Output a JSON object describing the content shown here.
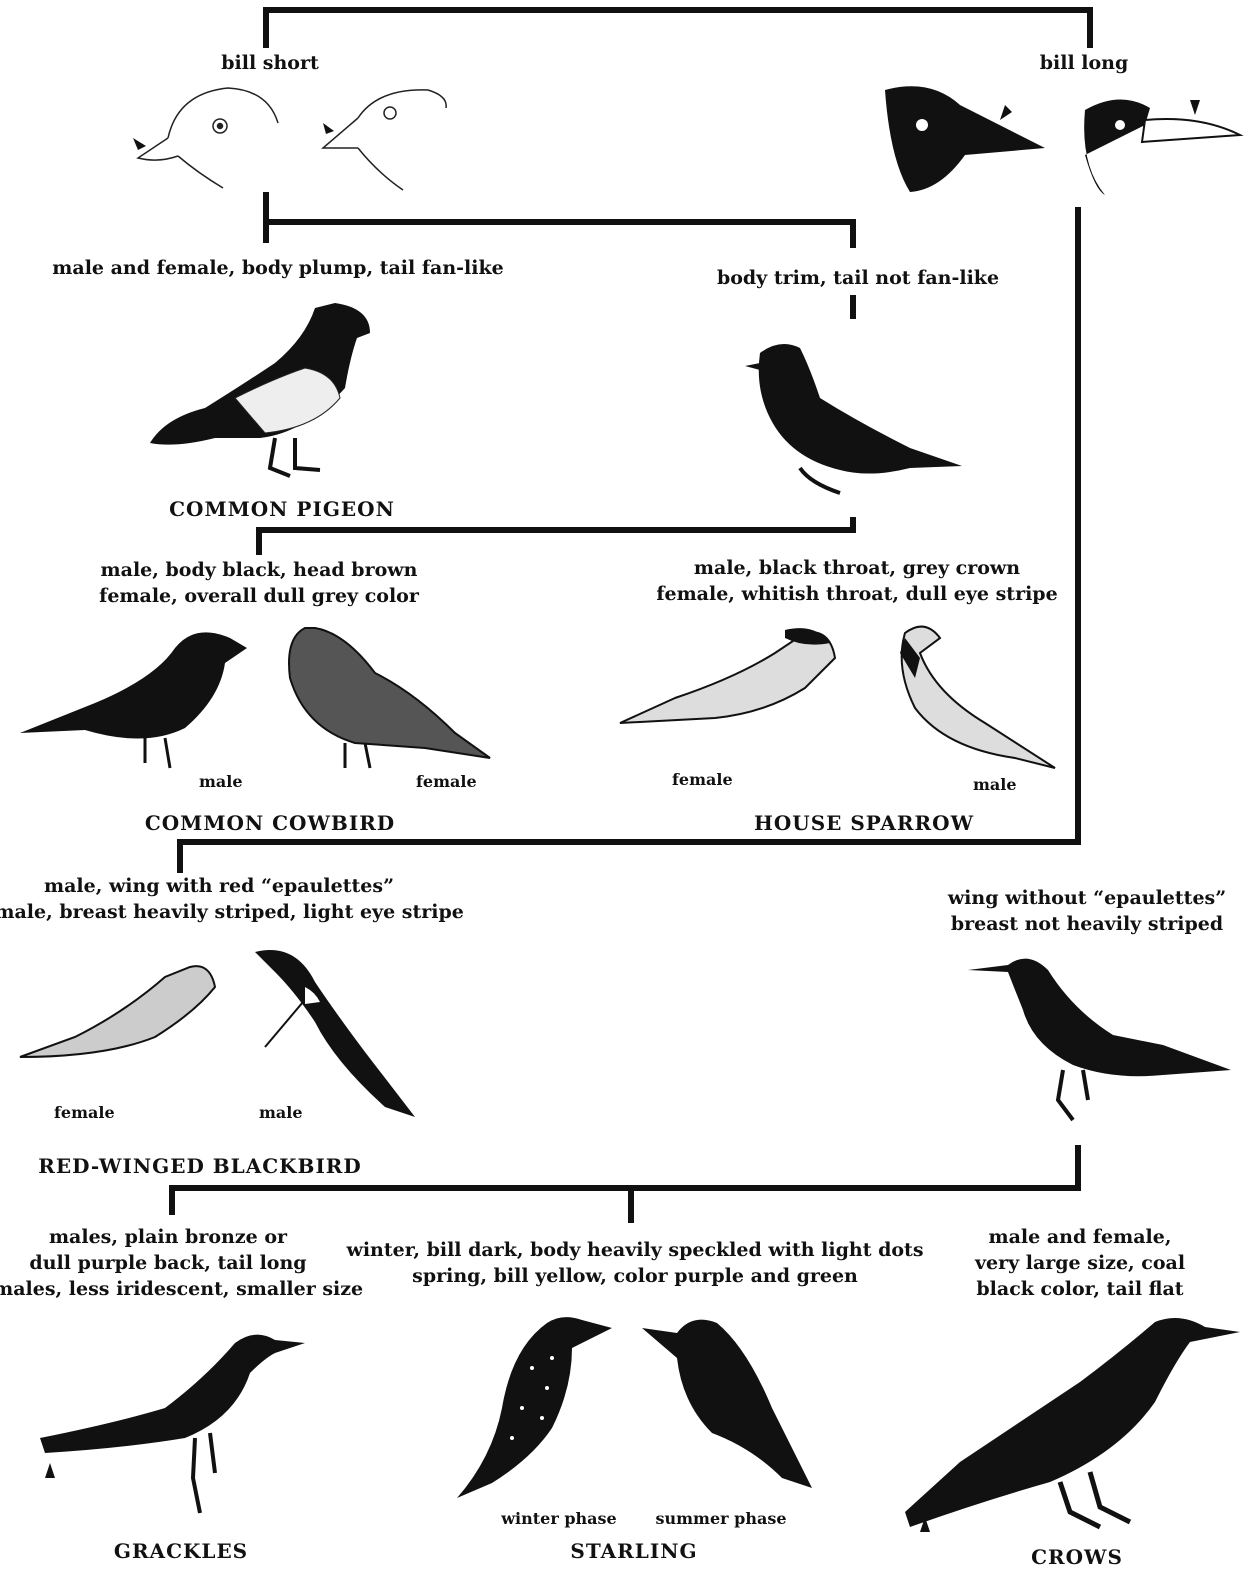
{
  "level1": {
    "left": "bill short",
    "right": "bill long"
  },
  "short_bill": {
    "plump": "male and female, body plump, tail fan-like",
    "trim": "body trim, tail not fan-like",
    "pigeon": "COMMON PIGEON",
    "cowbird_desc": [
      "male, body black, head brown",
      "female, overall dull grey color"
    ],
    "sparrow_desc": [
      "male, black throat, grey crown",
      "female, whitish throat, dull eye stripe"
    ],
    "cowbird_male": "male",
    "cowbird_female": "female",
    "sparrow_female": "female",
    "sparrow_male": "male",
    "cowbird": "COMMON  COWBIRD",
    "sparrow": "HOUSE  SPARROW"
  },
  "long_bill": {
    "epaulette_desc": [
      "male, wing with red “epaulettes”",
      "female, breast heavily striped, light eye stripe"
    ],
    "no_epaulette_desc": [
      "wing without “epaulettes”",
      "breast not heavily striped"
    ],
    "rwb_female": "female",
    "rwb_male": "male",
    "rwb": "RED-WINGED  BLACKBIRD"
  },
  "final": {
    "grackle_desc": [
      "males, plain bronze or",
      "dull purple back, tail long",
      "females, less iridescent, smaller size"
    ],
    "starling_desc": [
      "winter, bill dark, body heavily speckled with light dots",
      "spring, bill yellow, color purple and green"
    ],
    "crow_desc": [
      "male and female,",
      "very large size, coal",
      "black color, tail flat"
    ],
    "winter": "winter phase",
    "summer": "summer phase",
    "grackles": "GRACKLES",
    "starling": "STARLING",
    "crows": "CROWS"
  }
}
